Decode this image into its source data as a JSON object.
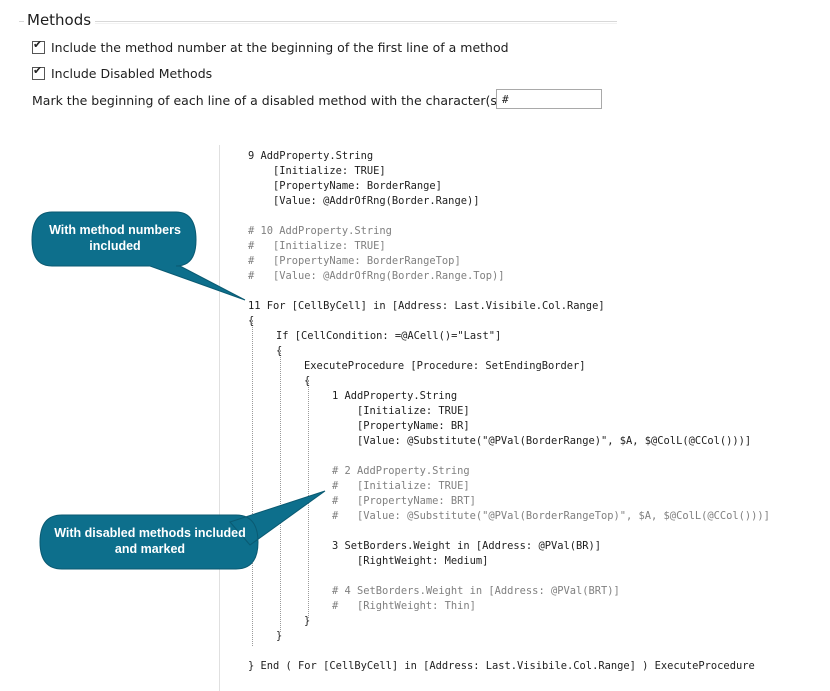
{
  "group": {
    "title": "Methods"
  },
  "options": {
    "include_number": {
      "label": "Include the method number at the beginning of the first line of a method",
      "checked": true
    },
    "include_disabled": {
      "label": "Include Disabled Methods",
      "checked": true
    },
    "mark_chars": {
      "label": "Mark the beginning of each line of a disabled method with the character(s):",
      "value": "#"
    }
  },
  "code_lines": [
    {
      "text": "9 AddProperty.String",
      "disabled": false
    },
    {
      "text": "    [Initialize: TRUE]",
      "disabled": false
    },
    {
      "text": "    [PropertyName: BorderRange]",
      "disabled": false
    },
    {
      "text": "    [Value: @AddrOfRng(Border.Range)]",
      "disabled": false
    },
    {
      "text": "# 10 AddProperty.String",
      "disabled": true
    },
    {
      "text": "#   [Initialize: TRUE]",
      "disabled": true
    },
    {
      "text": "#   [PropertyName: BorderRangeTop]",
      "disabled": true
    },
    {
      "text": "#   [Value: @AddrOfRng(Border.Range.Top)]",
      "disabled": true
    },
    {
      "text": "11 For [CellByCell] in [Address: Last.Visibile.Col.Range]",
      "disabled": false
    },
    {
      "text": "{",
      "disabled": false
    },
    {
      "text": "If [CellCondition: =@ACell()=\"Last\"]",
      "disabled": false
    },
    {
      "text": "{",
      "disabled": false
    },
    {
      "text": "ExecuteProcedure [Procedure: SetEndingBorder]",
      "disabled": false
    },
    {
      "text": "{",
      "disabled": false
    },
    {
      "text": "1 AddProperty.String",
      "disabled": false
    },
    {
      "text": "    [Initialize: TRUE]",
      "disabled": false
    },
    {
      "text": "    [PropertyName: BR]",
      "disabled": false
    },
    {
      "text": "    [Value: @Substitute(\"@PVal(BorderRange)\", $A, $@ColL(@CCol()))]",
      "disabled": false
    },
    {
      "text": "# 2 AddProperty.String",
      "disabled": true
    },
    {
      "text": "#   [Initialize: TRUE]",
      "disabled": true
    },
    {
      "text": "#   [PropertyName: BRT]",
      "disabled": true
    },
    {
      "text": "#   [Value: @Substitute(\"@PVal(BorderRangeTop)\", $A, $@ColL(@CCol()))]",
      "disabled": true
    },
    {
      "text": "3 SetBorders.Weight in [Address: @PVal(BR)]",
      "disabled": false
    },
    {
      "text": "    [RightWeight: Medium]",
      "disabled": false
    },
    {
      "text": "# 4 SetBorders.Weight in [Address: @PVal(BRT)]",
      "disabled": true
    },
    {
      "text": "#   [RightWeight: Thin]",
      "disabled": true
    },
    {
      "text": "}",
      "disabled": false
    },
    {
      "text": "}",
      "disabled": false
    },
    {
      "text": "} End ( For [CellByCell] in [Address: Last.Visibile.Col.Range] ) ExecuteProcedure",
      "disabled": false
    }
  ],
  "callouts": {
    "method_numbers": "With method numbers included",
    "disabled_methods": "With disabled methods included and marked"
  },
  "colors": {
    "callout_fill": "#0d6f8c",
    "disabled_code": "#808080"
  }
}
